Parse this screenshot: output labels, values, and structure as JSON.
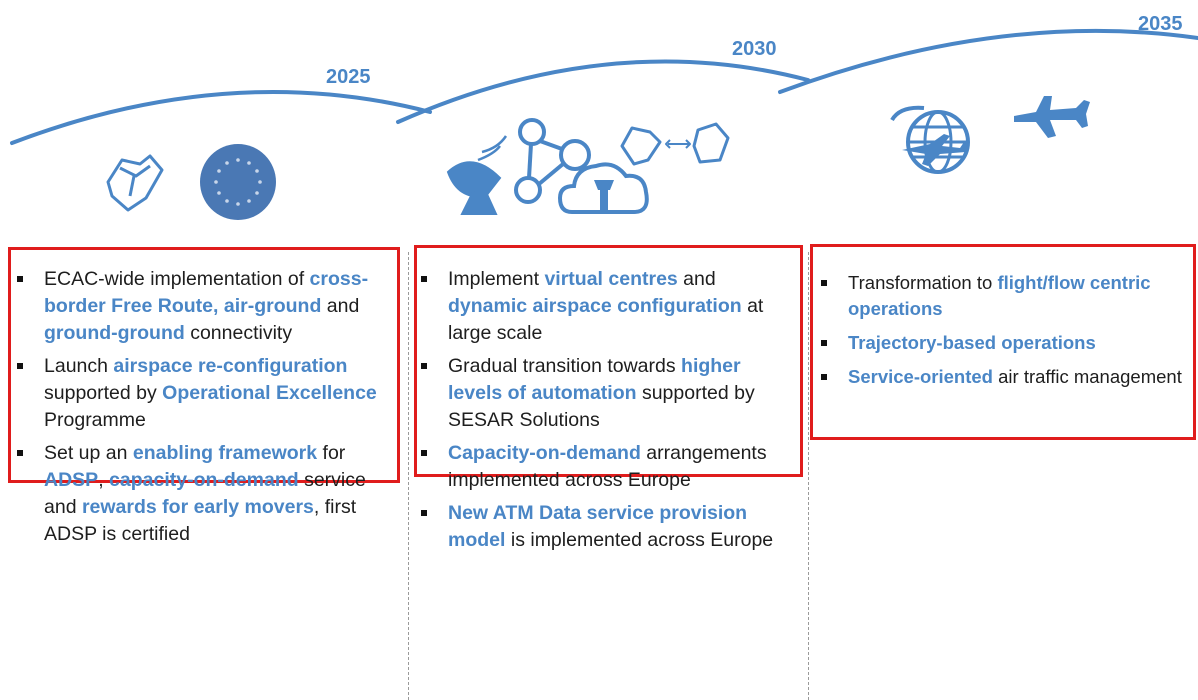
{
  "timeline": {
    "milestones": [
      "2025",
      "2030",
      "2035"
    ],
    "accent_color": "#4a86c6",
    "box_color": "#e01c1c"
  },
  "icons": {
    "phase1": [
      "airspace-blocks-icon",
      "eu-flag-icon"
    ],
    "phase2": [
      "satellite-dish-icon",
      "network-nodes-icon",
      "airspace-exchange-icon",
      "cloud-control-tower-icon"
    ],
    "phase3": [
      "globe-airplane-icon",
      "airplane-icon"
    ]
  },
  "columns": [
    {
      "items": [
        [
          [
            "ECAC-wide implementation of ",
            false
          ],
          [
            "cross-border Free Route, air-ground",
            true
          ],
          [
            " and ",
            false
          ],
          [
            "ground-ground",
            true
          ],
          [
            " connectivity",
            false
          ]
        ],
        [
          [
            "Launch ",
            false
          ],
          [
            "airspace re-configuration",
            true
          ],
          [
            " supported by ",
            false
          ],
          [
            "Operational Excellence",
            true
          ],
          [
            " Programme",
            false
          ]
        ],
        [
          [
            "Set up an ",
            false
          ],
          [
            "enabling framework",
            true
          ],
          [
            " for ",
            false
          ],
          [
            "ADSP",
            true
          ],
          [
            ", ",
            false
          ],
          [
            "capacity-on-demand",
            true
          ],
          [
            " service and ",
            false
          ],
          [
            "rewards for early movers",
            true
          ],
          [
            ", first ADSP is certified",
            false
          ]
        ]
      ]
    },
    {
      "items": [
        [
          [
            "Implement ",
            false
          ],
          [
            "virtual centres",
            true
          ],
          [
            " and ",
            false
          ],
          [
            "dynamic airspace configuration",
            true
          ],
          [
            " at large scale",
            false
          ]
        ],
        [
          [
            "Gradual transition towards ",
            false
          ],
          [
            "higher levels of automation",
            true
          ],
          [
            " supported by SESAR Solutions",
            false
          ]
        ],
        [
          [
            "Capacity-on-demand",
            true
          ],
          [
            " arrangements implemented across Europe",
            false
          ]
        ],
        [
          [
            "New ATM Data service provision model",
            true
          ],
          [
            " is implemented across Europe",
            false
          ]
        ]
      ]
    },
    {
      "items": [
        [
          [
            "Transformation to ",
            false
          ],
          [
            "flight/flow centric operations",
            true
          ]
        ],
        [
          [
            "Trajectory-based operations",
            true
          ]
        ],
        [
          [
            "Service-oriented",
            true
          ],
          [
            " air traffic management",
            false
          ]
        ]
      ]
    }
  ]
}
